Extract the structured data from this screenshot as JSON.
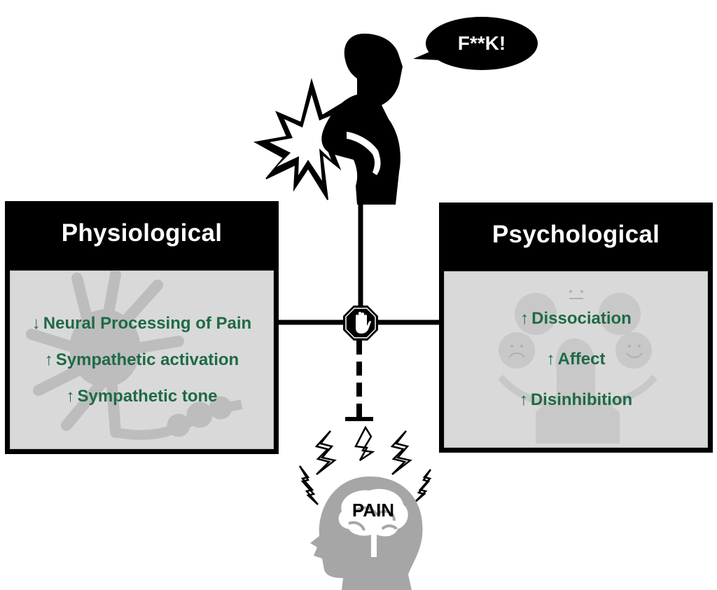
{
  "speech_bubble": {
    "text": "F**K!"
  },
  "physiological": {
    "title": "Physiological",
    "items": [
      {
        "arrow": "↓",
        "label": "Neural Processing of Pain"
      },
      {
        "arrow": "↑",
        "label": "Sympathetic activation"
      },
      {
        "arrow": "↑",
        "label": "Sympathetic tone"
      }
    ],
    "background_icon": "neuron-icon"
  },
  "psychological": {
    "title": "Psychological",
    "items": [
      {
        "arrow": "↑",
        "label": "Dissociation"
      },
      {
        "arrow": "↑",
        "label": "Affect"
      },
      {
        "arrow": "↑",
        "label": "Disinhibition"
      }
    ],
    "background_icon": "person-with-emotions-icon"
  },
  "center": {
    "stop_icon": "stop-hand-icon",
    "inhibition": "blunt-arrow-inhibition"
  },
  "brain": {
    "label": "PAIN"
  },
  "colors": {
    "box_header": "#000000",
    "box_body": "#d9d9d9",
    "item_text": "#1e6a45",
    "head_gray": "#a6a6a6"
  }
}
